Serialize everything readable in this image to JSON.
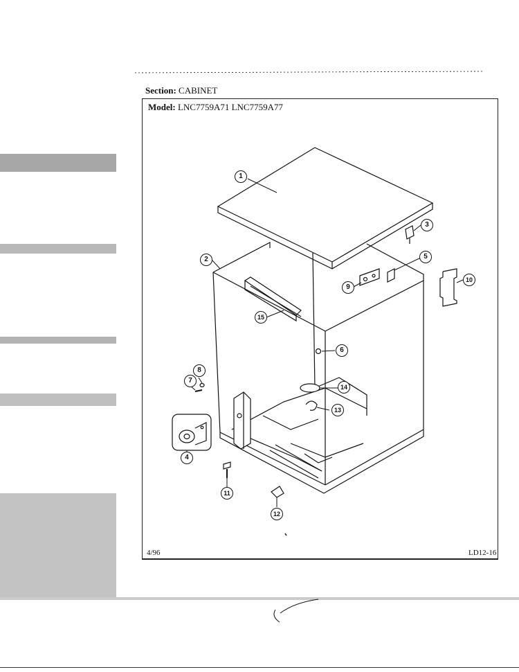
{
  "section": {
    "label": "Section:",
    "value": "CABINET"
  },
  "model": {
    "label": "Model:",
    "value": "LNC7759A71  LNC7759A77"
  },
  "footer": {
    "date": "4/96",
    "code": "LD12-16"
  },
  "callouts": [
    "1",
    "2",
    "3",
    "4",
    "5",
    "6",
    "7",
    "8",
    "9",
    "10",
    "11",
    "12",
    "13",
    "14",
    "15"
  ],
  "parts": {
    "1": "top-panel",
    "2": "cabinet",
    "3": "clip",
    "4": "roller-assembly",
    "5": "clip",
    "6": "screw",
    "7": "screw",
    "8": "washer",
    "9": "bracket",
    "10": "bracket",
    "11": "leveling-leg",
    "12": "clamp",
    "13": "clip",
    "14": "grommet",
    "15": "bracket"
  }
}
